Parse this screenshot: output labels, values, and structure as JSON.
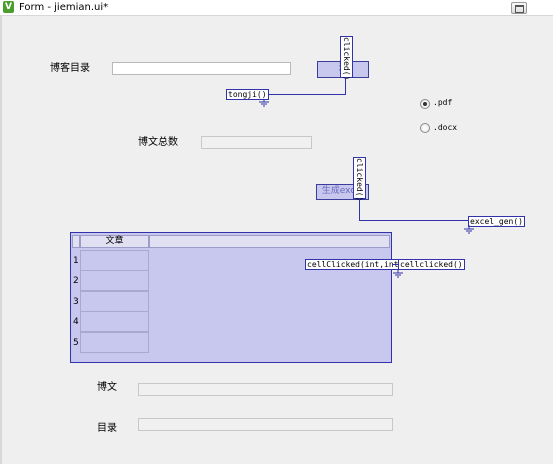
{
  "window": {
    "title": "Form - jiemian.ui*"
  },
  "form": {
    "blog_dir_label": "博客目录",
    "blog_dir_value": "",
    "browse_button_text": "浏",
    "pdf_radio_label": ".pdf",
    "docx_radio_label": ".docx",
    "article_count_label": "博文总数",
    "article_count_value": "",
    "generate_button_text": "生成excel",
    "table": {
      "column_header": "文章",
      "rows": [
        "1",
        "2",
        "3",
        "4",
        "5"
      ]
    },
    "article_label": "博文",
    "article_value": "",
    "catalog_label": "目录",
    "catalog_value": ""
  },
  "connections": {
    "browse_signal": "clicked()",
    "browse_slot": "tongji()",
    "generate_signal": "clicked()",
    "generate_slot": "excel_gen()",
    "table_signal": "cellClicked(int,int)",
    "table_slot": "cellclicked()"
  },
  "colors": {
    "selection": "#c8c8ee",
    "connection": "#3232aa"
  }
}
